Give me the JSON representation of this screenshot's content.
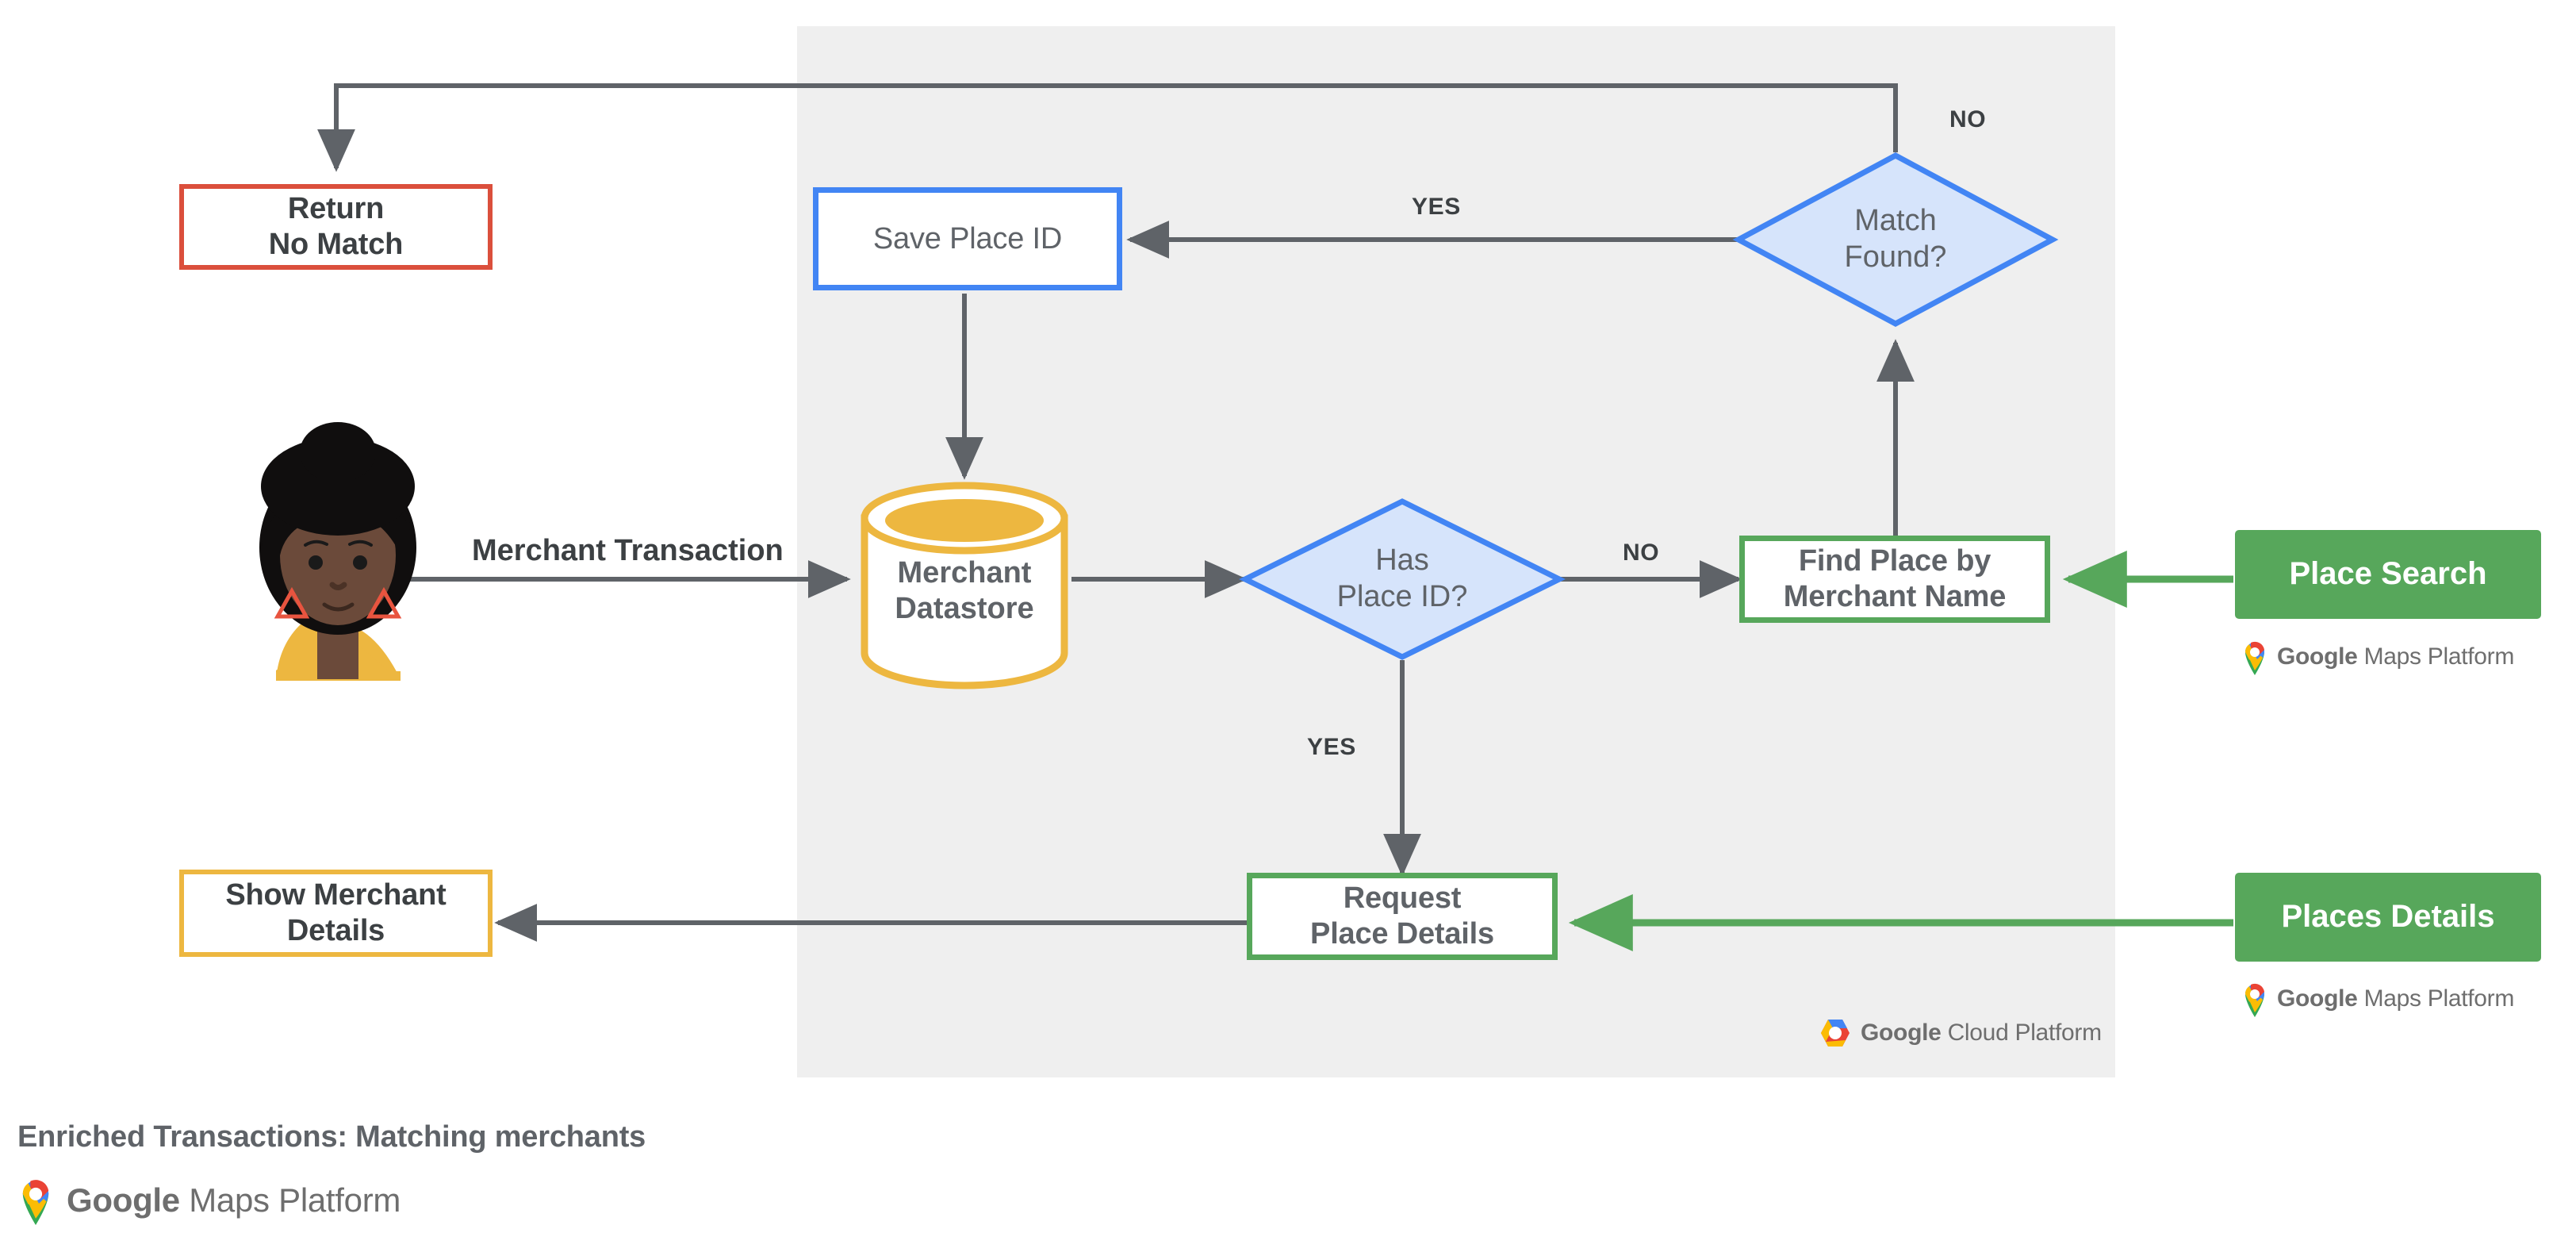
{
  "diagram": {
    "title": "Enriched Transactions: Matching merchants",
    "panel": {
      "name": "google-cloud-platform-panel",
      "background": "#EFEFEF"
    },
    "actor": {
      "label": "Merchant Transaction",
      "icon": "user-avatar-icon"
    },
    "nodes": {
      "return_no_match": {
        "label": "Return\nNo Match",
        "shape": "process",
        "color": "#DB4F3C"
      },
      "save_place_id": {
        "label": "Save Place ID",
        "shape": "process",
        "color": "#4285F4"
      },
      "match_found": {
        "label": "Match\nFound?",
        "shape": "decision",
        "color": "#4285F4",
        "fill": "#D6E4FB"
      },
      "merchant_datastore": {
        "label": "Merchant\nDatastore",
        "shape": "datastore",
        "color": "#EDB740"
      },
      "has_place_id": {
        "label": "Has\nPlace ID?",
        "shape": "decision",
        "color": "#4285F4",
        "fill": "#D6E4FB"
      },
      "find_place": {
        "label": "Find Place by\nMerchant Name",
        "shape": "process",
        "color": "#57A75B"
      },
      "request_place_details": {
        "label": "Request\nPlace Details",
        "shape": "process",
        "color": "#57A75B"
      },
      "show_merchant_details": {
        "label": "Show Merchant\nDetails",
        "shape": "process",
        "color": "#EDB740"
      },
      "place_search": {
        "label": "Place Search",
        "shape": "api",
        "color": "#57A75B"
      },
      "places_details": {
        "label": "Places Details",
        "shape": "api",
        "color": "#57A75B"
      }
    },
    "edge_labels": {
      "match_found_no": "NO",
      "match_found_yes": "YES",
      "has_place_id_no": "NO",
      "has_place_id_yes": "YES"
    },
    "logos": {
      "gmp_place_search": {
        "bold": "Google",
        "rest": " Maps Platform"
      },
      "gmp_places_details": {
        "bold": "Google",
        "rest": " Maps Platform"
      },
      "gcp_panel": {
        "bold": "Google",
        "rest": " Cloud Platform"
      },
      "gmp_caption": {
        "bold": "Google",
        "rest": " Maps Platform"
      }
    },
    "colors": {
      "arrow_gray": "#5F6368",
      "arrow_green": "#57A75B",
      "blue": "#4285F4",
      "blue_fill": "#D6E4FB",
      "red": "#DB4F3C",
      "yellow": "#EDB740",
      "green": "#57A75B",
      "panel_gray": "#EFEFEF",
      "text_gray": "#5F6368"
    }
  }
}
